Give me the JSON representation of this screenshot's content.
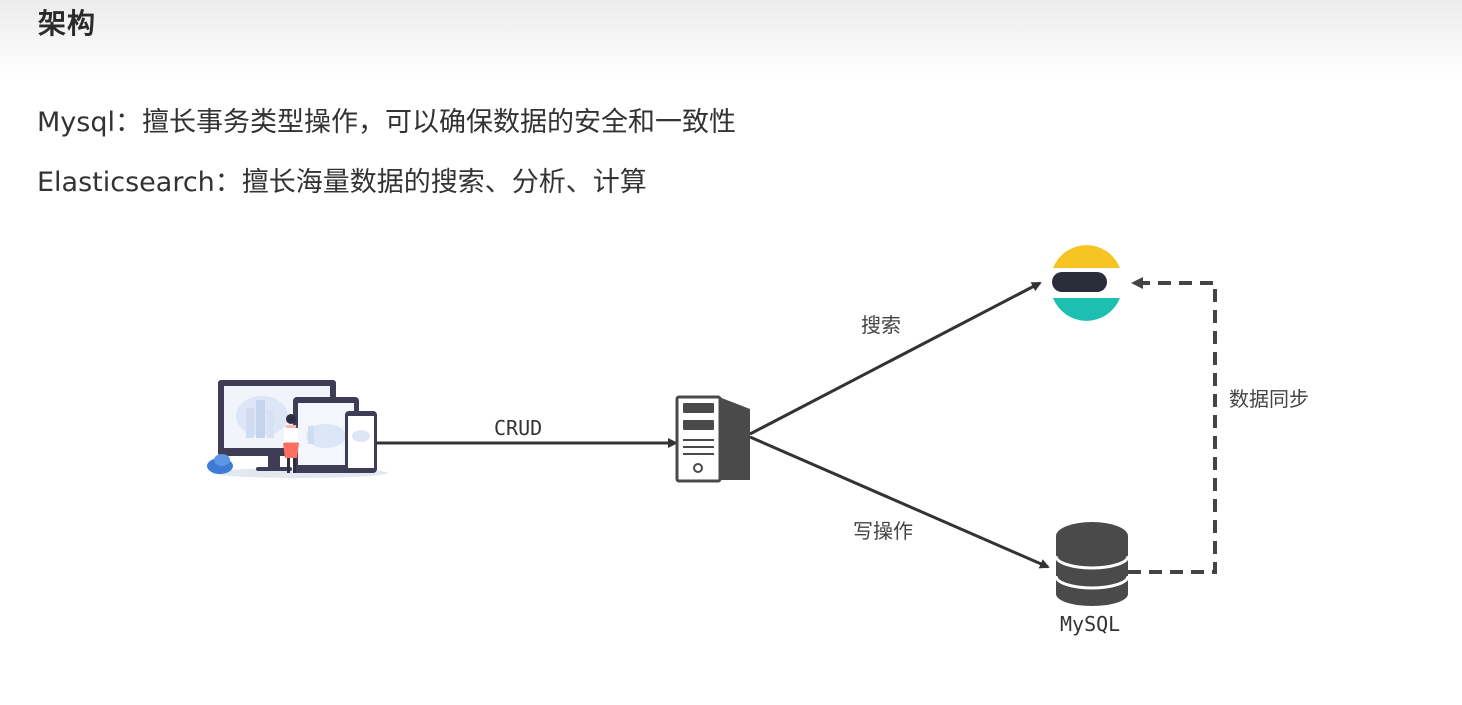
{
  "header": {
    "title": "架构"
  },
  "descriptions": [
    "Mysql：擅长事务类型操作，可以确保数据的安全和一致性",
    "Elasticsearch：擅长海量数据的搜索、分析、计算"
  ],
  "diagram": {
    "edges": {
      "crud": "CRUD",
      "search": "搜索",
      "write": "写操作",
      "sync": "数据同步"
    },
    "nodes": {
      "mysql": "MySQL"
    },
    "icons": {
      "client": "devices-illustration-icon",
      "server": "server-icon",
      "elasticsearch": "elasticsearch-logo-icon",
      "database": "database-icon"
    },
    "colors": {
      "arrow": "#333333",
      "dashed": "#444444",
      "es_yellow": "#F5C322",
      "es_dark": "#2A2D3A",
      "es_teal": "#1CBFB0",
      "db": "#4a4a4a"
    }
  }
}
